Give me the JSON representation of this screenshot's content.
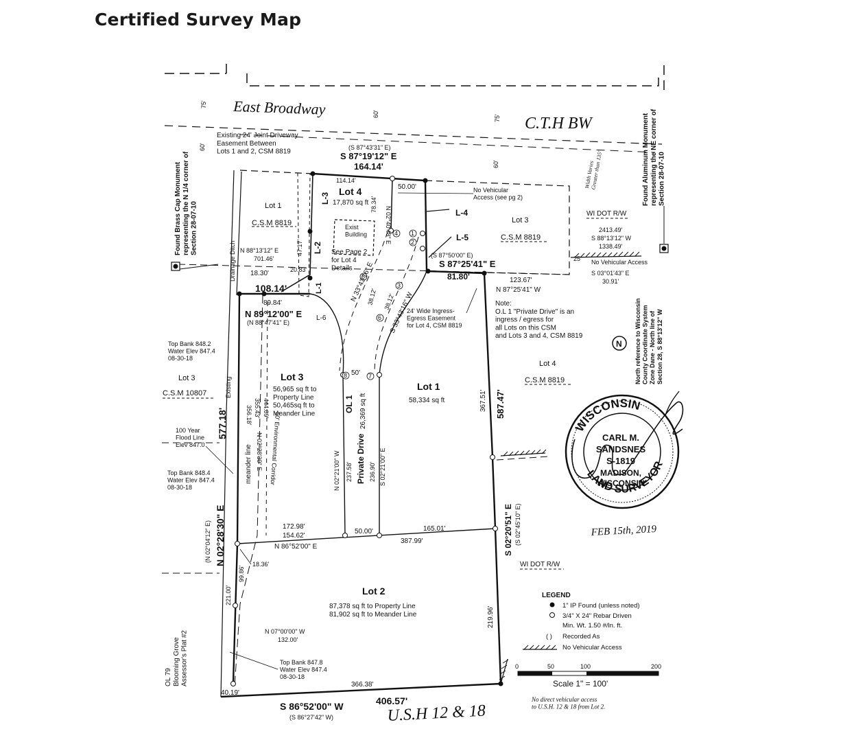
{
  "title": "Certified Survey Map",
  "roads": {
    "north": "East Broadway",
    "north_cth": "C.T.H BW",
    "south": "U.S.H 12 & 18",
    "r75a": "75'",
    "r60a": "60'",
    "r75b": "75'",
    "r60b": "60'",
    "r60c": "60'",
    "width_varies": "Width Varies\nGreater than 135'"
  },
  "monuments": {
    "west": "Found Brass Cap Monument\nrepresenting the N 1/4 corner of\nSection 28-07-10",
    "east": "Found Aluminum Monument\nrepresenting the NE corner of\nSection 28-07-10"
  },
  "easement_note": "Existing 24' Joint Driveway\nEasement Between\nLots 1 and 2, CSM 8819",
  "lot4": {
    "rec_bearing": "(S 87°43'31\" E)",
    "bearing": "S 87°19'12\" E",
    "dist": "164.14'",
    "d1": "114.14'",
    "name": "Lot 4",
    "area": "17,870 sq ft",
    "d2": "50.00'",
    "building": "Exist\nBuilding",
    "see_page": "See Page 2\nfor Lot 4\nDetails",
    "east_bearing": "N 02°40'48\" E",
    "east_dist": "78.34'",
    "l1": "L-1",
    "l2": "L-2",
    "l3": "L-3",
    "l4": "L-4",
    "l5": "L-5",
    "l6": "L-6",
    "d4717": "47.17'",
    "d2083": "20.83'",
    "d1830": "18.30'"
  },
  "no_vehicular_pg2": "No Vehicular\nAccess (see pg 2)",
  "lot1_csm": {
    "name": "Lot 1",
    "csm": "C.S.M 8819"
  },
  "lot3_csm8819": {
    "name": "Lot 3",
    "csm": "C.S.M 8819"
  },
  "lot4_csm8819": {
    "name": "Lot 4",
    "csm": "C.S.M 8819"
  },
  "lot3_csm10807": {
    "name": "Lot 3",
    "csm": "C.S.M 10807"
  },
  "north_lines": {
    "n88_bearing": "N 88°13'12\" E",
    "n88_dist": "701.46'",
    "s8750_rec": "(S 87°50'00\" E)",
    "s8725": "S 87°25'41\" E",
    "d8180": "81.80'",
    "d12367": "123.67'",
    "n8725": "N 87°25'41\" W",
    "d108": "108.14'",
    "d8984": "89.84'",
    "n8912": "N 89°12'00\" E",
    "n8912_rec": "(N 88°47'41\" E)",
    "n3343": "N 33°43'16\" E",
    "s3343": "S 33°43'16\" W",
    "d3812a": "38.12'",
    "d3812b": "38.12'",
    "d5000ol": "50'",
    "wi_dot": "WI DOT R/W",
    "d241349": "2413.49'",
    "s8813": "S 88°13'12\" W",
    "d133849": "1338.49'",
    "no_veh": "No Vehicular Access",
    "d25": "25'",
    "s0301": "S 03°01'43\" E",
    "d3091": "30.91'"
  },
  "ingress_note": "24' Wide Ingress-\nEgress Easement\nfor Lot 4, CSM 8819",
  "private_drive_note": "Note:\nO.L 1 \"Private Drive\" is an\ningress / egress for\nall Lots on this CSM\nand Lots 3 and 4, CSM 8819",
  "north_ref": "North reference to Wisconsin\nCounty Coordinate System\nZone Dane - North line of\nSection 28, S 88°13'12\" W",
  "north_arrow": "N",
  "lot3": {
    "name": "Lot 3",
    "area": "56,965 sq ft to\nProperty Line\n50,465sq ft to\nMeander Line",
    "d35643": "355.43'",
    "d44409": "444.09'",
    "d35618": "356.18'",
    "corridor": "50' Environmental Corridor",
    "meander": "meander line",
    "n0228": "N 02°28'30\" E"
  },
  "ol1": {
    "name": "OL 1",
    "area": "26,369 sq ft",
    "label": "Private Drive",
    "n0221": "N 02°21'00\" W",
    "d23758": "237.58'",
    "d23690": "236.90'",
    "s0221": "S 02°21'00\" E"
  },
  "lot1": {
    "name": "Lot 1",
    "area": "58,334 sq ft",
    "d36751": "367.51'",
    "d58747": "587.47'",
    "s0220": "S 02°20'51\" E",
    "s0245_rec": "(S 02°45'10\" E)"
  },
  "west_side": {
    "ditch": "Drainage   Ditch",
    "existing": "Existing",
    "tb1": "Top Bank 848.2\nWater Elev 847.4\n08-30-18",
    "flood": "100 Year\nFlood Line\nElev 847.0",
    "tb2": "Top Bank 848.4\nWater Elev 847.4\n08-30-18",
    "tb3": "Top Bank 847.8\nWater Elev 847.4\n08-30-18",
    "d57718": "577.18'",
    "n02_28": "N 02°28'30\" E",
    "n0204_rec": "(N 02°04'12\" E)",
    "d18_36": "18.36'",
    "d99": "99.86'",
    "d221": "221.00'",
    "ol79": "OL 79\nBlooming Grove\nAssessor's Plat #2",
    "n0700": "N 07°00'00\" W",
    "d132": "132.00'"
  },
  "middle_line": {
    "d17298": "172.98'",
    "d15462": "154.62'",
    "d5000": "50.00'",
    "d16501": "165.01'",
    "n8652": "N 86°52'00\" E",
    "d38799": "387.99'"
  },
  "lot2": {
    "name": "Lot 2",
    "area": "87,378 sq ft to Property Line\n81,902 sq ft to Meander Line",
    "d21996": "219.96'"
  },
  "south_line": {
    "d4019": "40.19'",
    "d36638": "366.38'",
    "bearing": "S 86°52'00\" W",
    "dist": "406.57'",
    "rec": "(S 86°27'42\" W)"
  },
  "wi_dot_rw2": "WI DOT R/W",
  "legend": {
    "title": "LEGEND",
    "items": [
      "1\" IP Found (unless noted)",
      "3/4\" X 24\" Rebar Driven",
      "Min. Wt. 1.50 #/ln. ft.",
      "Recorded As",
      "No Vehicular Access"
    ],
    "paren": "( )"
  },
  "scale": {
    "ticks": [
      "0",
      "50",
      "100",
      "200"
    ],
    "label": "Scale 1\" = 100'"
  },
  "no_direct_access": "No direct vehicular access\nto U.S.H. 12 & 18 from Lot 2.",
  "seal": {
    "top": "WISCONSIN",
    "name1": "CARL M.",
    "name2": "SANDSNES",
    "num": "S-1819",
    "city": "MADISON,",
    "state": "WISCONSIN",
    "bottom": "LAND SURVEYOR",
    "date": "FEB 15th, 2019"
  },
  "circled": [
    "1",
    "2",
    "3",
    "4",
    "5",
    "6",
    "7",
    "8"
  ]
}
